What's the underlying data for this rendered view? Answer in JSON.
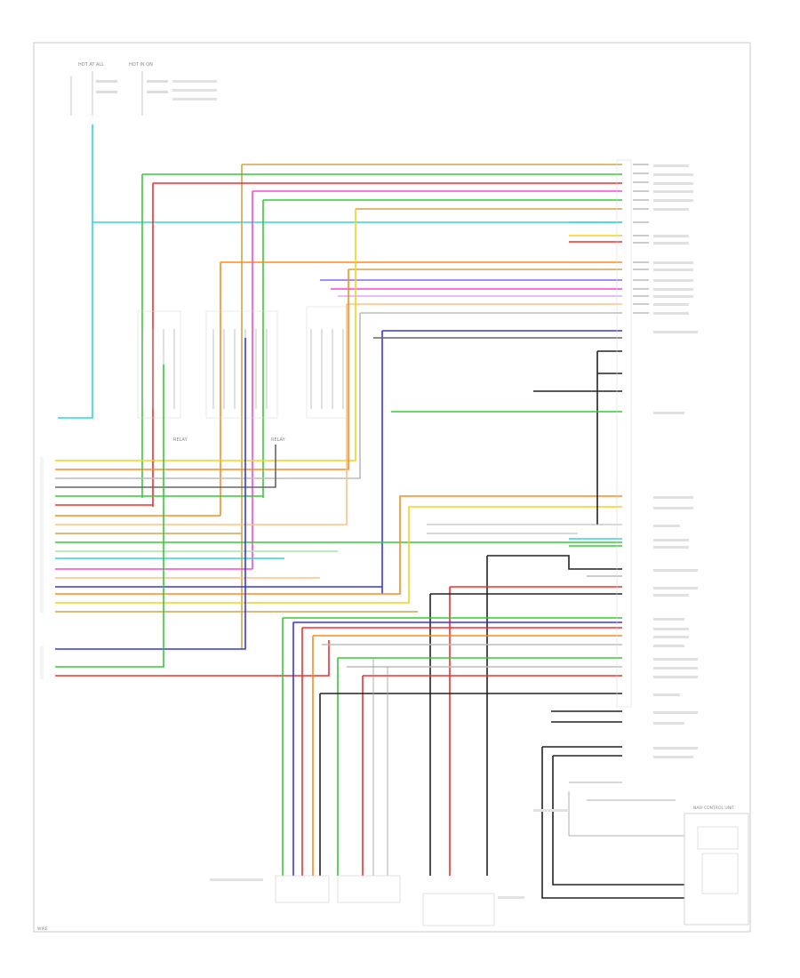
{
  "diagram": {
    "left_header_labels": [
      "HOT AT ALL",
      "HOT IN ON"
    ],
    "sub_units": [
      "RELAY",
      "RELAY"
    ],
    "right_unit_title": "NAVI CONTROL UNIT",
    "footer_left": "WIRE"
  },
  "colors": {
    "cyan": "#2fd7d7",
    "green": "#33cc33",
    "red": "#ff2a2a",
    "orange": "#ff8a1c",
    "tan": "#d4a24a",
    "yellow": "#f2d21c",
    "pink": "#ff44d8",
    "blue": "#3333ff",
    "violet": "#8a66ff",
    "gray": "#666666",
    "lightgray": "#bbbbbb",
    "black": "#222222"
  }
}
